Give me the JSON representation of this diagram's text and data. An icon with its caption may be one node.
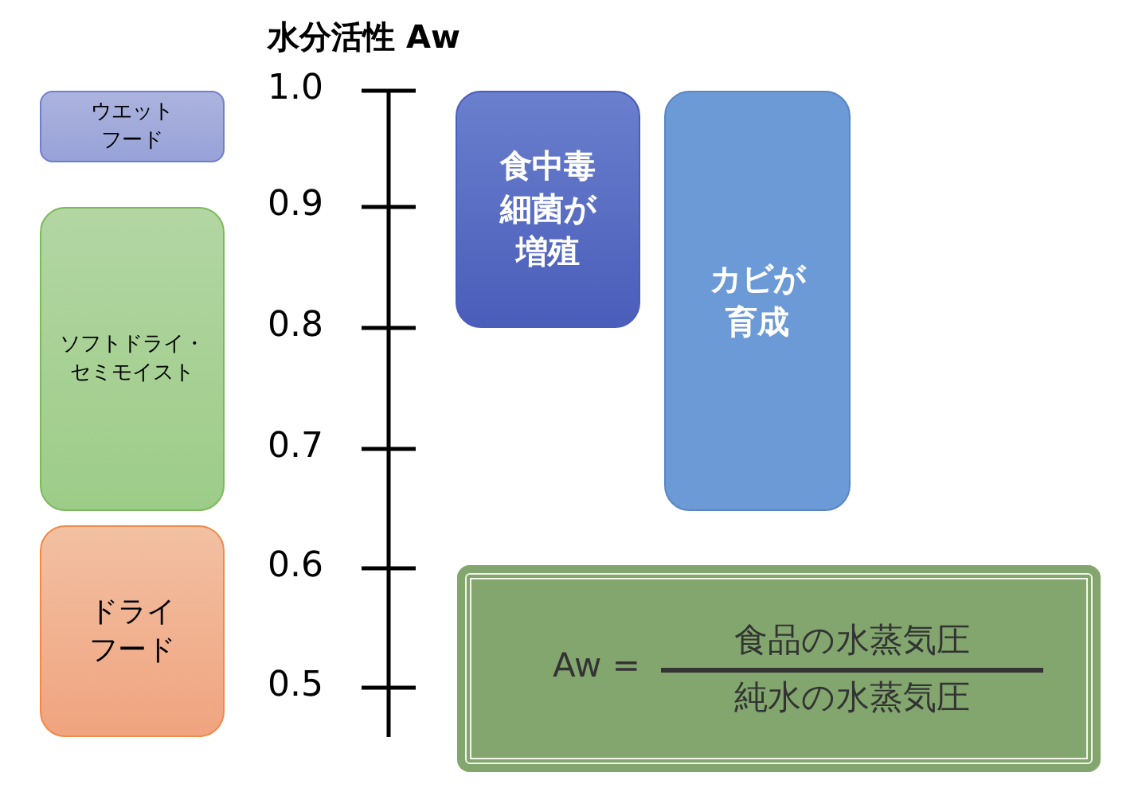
{
  "diagram": {
    "title": "水分活性 Aw",
    "nodes": [
      {
        "text": [
          "ウエットフード"
        ]
      },
      {
        "text": [
          "ソフトドライ・セミモイスト"
        ]
      },
      {
        "text": [
          "ドライフード"
        ]
      },
      {
        "text": [
          "食中毒細菌が増殖"
        ]
      },
      {
        "text": [
          "カビが育成"
        ]
      },
      {
        "text": [
          "Aw =",
          "食品の水蒸気圧",
          "純水の水蒸気圧"
        ]
      }
    ],
    "labels": [
      "1.0",
      "0.9",
      "0.8",
      "0.7",
      "0.6",
      "0.5"
    ]
  }
}
